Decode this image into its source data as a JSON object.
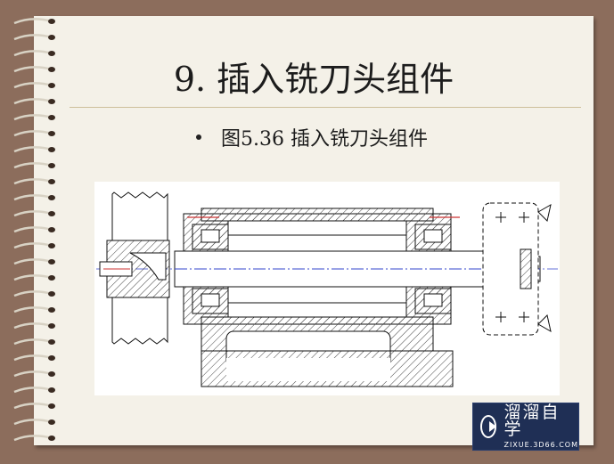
{
  "slide": {
    "title": "9. 插入铣刀头组件",
    "bullet": "图5.36 插入铣刀头组件"
  },
  "watermark": {
    "brand": "溜溜自学",
    "url": "ZIXUE.3D66.COM"
  },
  "colors": {
    "background": "#8c6d5c",
    "slide": "#f4f1e8",
    "watermark_bg": "#1f2f55"
  },
  "icons": [
    "spiral-binding-icon",
    "play-logo-icon"
  ]
}
